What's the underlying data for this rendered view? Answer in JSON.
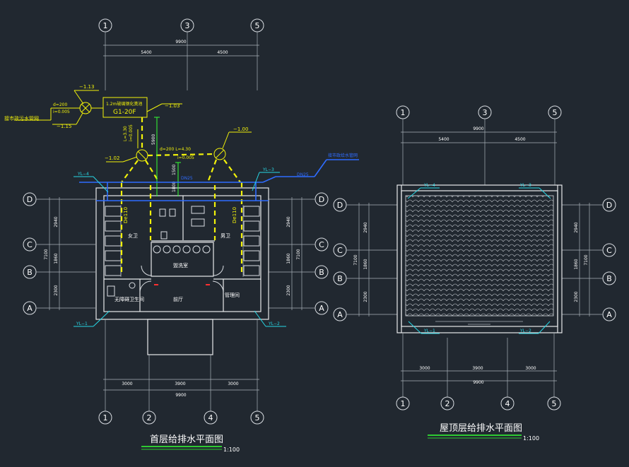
{
  "colors": {
    "background": "#212830",
    "linework": "#d9dde2",
    "water_supply": "#f2f20a",
    "drain_tag": "#27d8e6",
    "main_pipe": "#2f6cff",
    "title_underline": "#33ff33"
  },
  "left_plan": {
    "axis_top": [
      "1",
      "3",
      "5"
    ],
    "axis_bottom": [
      "1",
      "2",
      "4",
      "5"
    ],
    "axis_side": [
      "D",
      "C",
      "B",
      "A"
    ],
    "dim_top_total": "9900",
    "dim_top_parts": [
      "5400",
      "4500"
    ],
    "dim_bottom_total": "9900",
    "dim_bottom_parts": [
      "3000",
      "3900",
      "3000"
    ],
    "dim_side_total": "7100",
    "dim_side_parts": [
      "2940",
      "1860",
      "2300"
    ],
    "pipe_labels": {
      "city_pipe": "接市政污水管网",
      "d_left": "d=200",
      "i_left": "i=0.005",
      "el_1": "−1.13",
      "el_2": "−1.15",
      "box_line1": "1.2m玻璃钢化粪池",
      "box_line2": "G1-20F",
      "el_3": "−1.03",
      "el_4": "−1.02",
      "el_5": "−1.00",
      "d_mid": "d=200  L=4.30",
      "i_mid": "i=0.005",
      "vert_1": "L=3.30",
      "vert_2": "i=0.005",
      "vert_3": "5900",
      "vert_4": "1500",
      "vert_5": "1800",
      "main_pipe_label": "接市政给水管网",
      "dn": "DN25",
      "tag_yl1": "YL−1",
      "tag_yl2": "YL−2",
      "tag_yl3": "YL−3",
      "tag_yl4": "YL−4"
    },
    "rooms": {
      "womens": "女卫",
      "mens": "男卫",
      "lounge": "盥洗室",
      "hall": "前厅",
      "barrier_free": "无障碍卫生间",
      "mgmt": "管理间",
      "de_left": "De110",
      "de_right": "De110"
    },
    "title": "首层给排水平面图",
    "scale": "1:100"
  },
  "right_plan": {
    "axis_top": [
      "1",
      "3",
      "5"
    ],
    "axis_bottom": [
      "1",
      "2",
      "4",
      "5"
    ],
    "axis_side": [
      "D",
      "C",
      "B",
      "A"
    ],
    "dim_top_total": "9900",
    "dim_top_parts": [
      "5400",
      "4500"
    ],
    "dim_bottom_total": "9900",
    "dim_bottom_parts": [
      "3000",
      "3900",
      "3000"
    ],
    "dim_side_total": "7100",
    "dim_side_parts": [
      "2940",
      "1860",
      "2300"
    ],
    "tag_yl1": "YL−1",
    "tag_yl2": "YL−2",
    "tag_yl3": "YL−3",
    "tag_yl4": "YL−4",
    "title": "屋顶层给排水平面图",
    "scale": "1:100"
  }
}
